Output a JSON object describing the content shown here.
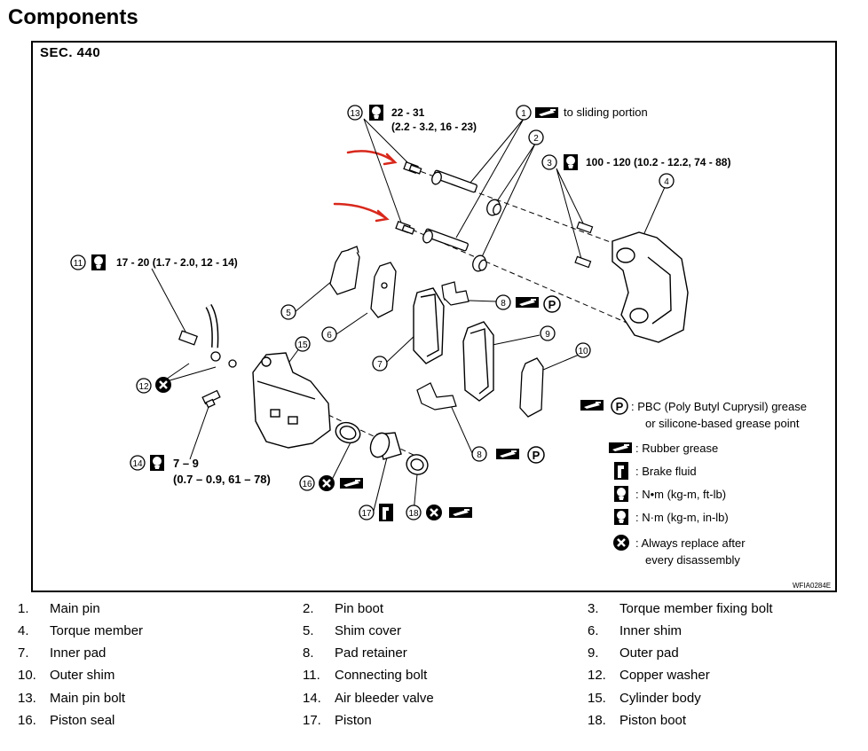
{
  "page_title": "Components",
  "section": "SEC. 440",
  "figure_code": "WFIA0284E",
  "colors": {
    "annotation_arrow": "#d8281c",
    "line": "#000000"
  },
  "callouts": [
    {
      "num": "13",
      "icon": "torque-wrench-icon",
      "text": "22 - 31",
      "text2": "(2.2 - 3.2, 16 - 23)"
    },
    {
      "num": "1",
      "icon": "rubber-grease-icon",
      "text": "to sliding portion"
    },
    {
      "num": "2"
    },
    {
      "num": "3",
      "icon": "torque-wrench-icon",
      "text": "100 - 120 (10.2 - 12.2, 74 - 88)"
    },
    {
      "num": "4"
    },
    {
      "num": "11",
      "icon": "torque-wrench-icon",
      "text": "17 - 20 (1.7 - 2.0, 12 - 14)"
    },
    {
      "num": "5"
    },
    {
      "num": "6"
    },
    {
      "num": "8",
      "icon": "rubber-grease-icon",
      "badge": "P"
    },
    {
      "num": "9"
    },
    {
      "num": "7"
    },
    {
      "num": "10"
    },
    {
      "num": "15"
    },
    {
      "num": "12",
      "icon": "replace-icon"
    },
    {
      "num": "14",
      "icon": "torque-wrench-icon",
      "text": "7 – 9",
      "text2": "(0.7 – 0.9, 61 – 78)"
    },
    {
      "num": "16",
      "icon": "replace-icon"
    },
    {
      "num": "17",
      "icon": "brake-fluid-icon"
    },
    {
      "num": "18",
      "icon": "replace-icon"
    }
  ],
  "legend": [
    {
      "icon": "pbc-grease-icon",
      "badge": "P",
      "text": ": PBC (Poly Butyl Cuprysil) grease",
      "text2": "or silicone-based grease point"
    },
    {
      "icon": "rubber-grease-icon",
      "text": ": Rubber grease"
    },
    {
      "icon": "brake-fluid-icon",
      "text": ": Brake fluid"
    },
    {
      "icon": "torque-wrench-icon",
      "text": ": N•m (kg-m, ft-lb)"
    },
    {
      "icon": "torque-wrench-in-icon",
      "text": ": N·m (kg-m, in-lb)"
    },
    {
      "icon": "replace-icon",
      "text": ": Always replace after",
      "text2": "every disassembly"
    }
  ],
  "parts": [
    {
      "num": "1.",
      "name": "Main pin"
    },
    {
      "num": "2.",
      "name": "Pin boot"
    },
    {
      "num": "3.",
      "name": "Torque member fixing bolt"
    },
    {
      "num": "4.",
      "name": "Torque member"
    },
    {
      "num": "5.",
      "name": "Shim cover"
    },
    {
      "num": "6.",
      "name": "Inner shim"
    },
    {
      "num": "7.",
      "name": "Inner pad"
    },
    {
      "num": "8.",
      "name": "Pad retainer"
    },
    {
      "num": "9.",
      "name": "Outer pad"
    },
    {
      "num": "10.",
      "name": "Outer shim"
    },
    {
      "num": "11.",
      "name": "Connecting bolt"
    },
    {
      "num": "12.",
      "name": "Copper washer"
    },
    {
      "num": "13.",
      "name": "Main pin bolt"
    },
    {
      "num": "14.",
      "name": "Air bleeder valve"
    },
    {
      "num": "15.",
      "name": "Cylinder body"
    },
    {
      "num": "16.",
      "name": "Piston seal"
    },
    {
      "num": "17.",
      "name": "Piston"
    },
    {
      "num": "18.",
      "name": "Piston boot"
    }
  ]
}
